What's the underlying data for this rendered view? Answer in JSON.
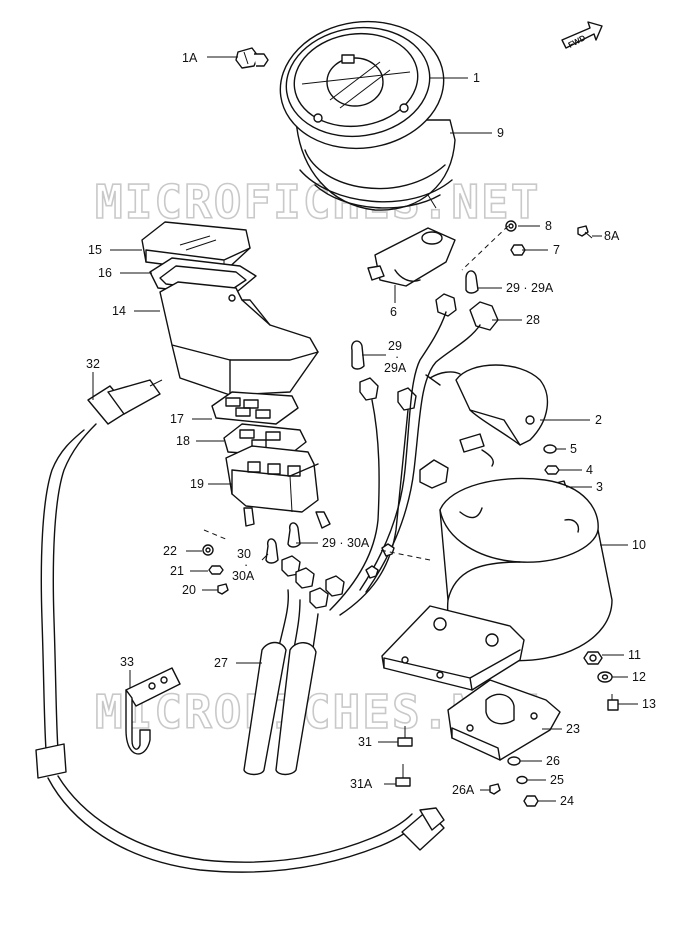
{
  "diagram": {
    "watermark": "MICROFICHES.NET",
    "direction_arrow": "FWD",
    "labels": {
      "p1A": "1A",
      "p1": "1",
      "p9": "9",
      "p8": "8",
      "p8A": "8A",
      "p7": "7",
      "p15": "15",
      "p16": "16",
      "p14": "14",
      "p6": "6",
      "p2929A_top": "29 · 29A",
      "p28": "28",
      "p29": "29",
      "p29_dot": "·",
      "p29A": "29A",
      "p32": "32",
      "p2": "2",
      "p5": "5",
      "p4": "4",
      "p3": "3",
      "p17": "17",
      "p18": "18",
      "p19": "19",
      "p10": "10",
      "p22": "22",
      "p2930A": "29 · 30A",
      "p30": "30",
      "p30_dot": "·",
      "p30A": "30A",
      "p21": "21",
      "p20": "20",
      "p11": "11",
      "p12": "12",
      "p13": "13",
      "p33": "33",
      "p27": "27",
      "p23": "23",
      "p31": "31",
      "p26": "26",
      "p31A": "31A",
      "p25": "25",
      "p26A": "26A",
      "p24": "24"
    }
  }
}
